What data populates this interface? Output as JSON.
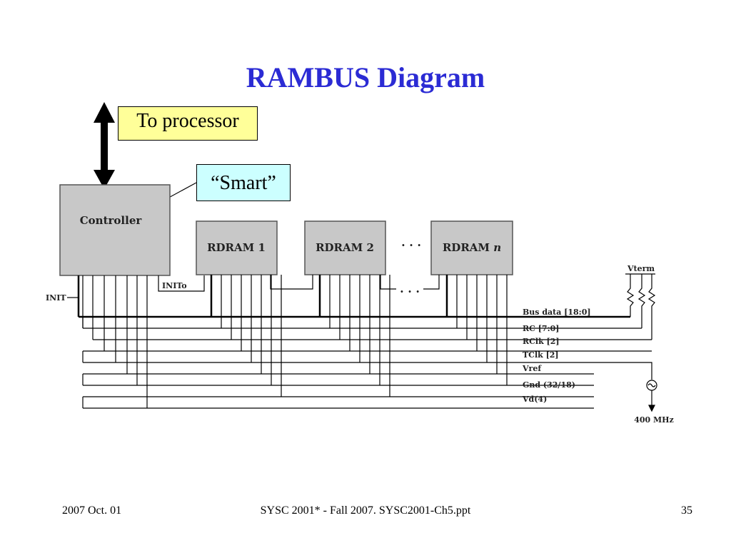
{
  "slide": {
    "title": "RAMBUS Diagram"
  },
  "callouts": {
    "to_processor": "To processor",
    "smart": "“Smart”"
  },
  "diagram": {
    "controller": "Controller",
    "rdram1": "RDRAM 1",
    "rdram2": "RDRAM 2",
    "rdramn_prefix": "RDRAM ",
    "rdramn_suffix": "n",
    "ellipsis": "· · ·",
    "init": "INIT",
    "inito": "INITo",
    "vterm": "Vterm",
    "freq": "400 MHz",
    "signals": [
      "Bus data [18:0]",
      "RC [7:0]",
      "RClk [2]",
      "TClk [2]",
      "Vref",
      "Gnd (32/18)",
      "Vd(4)"
    ]
  },
  "footer": {
    "date": "2007 Oct. 01",
    "course": "SYSC 2001* - Fall 2007. SYSC2001-Ch5.ppt",
    "page": "35"
  }
}
